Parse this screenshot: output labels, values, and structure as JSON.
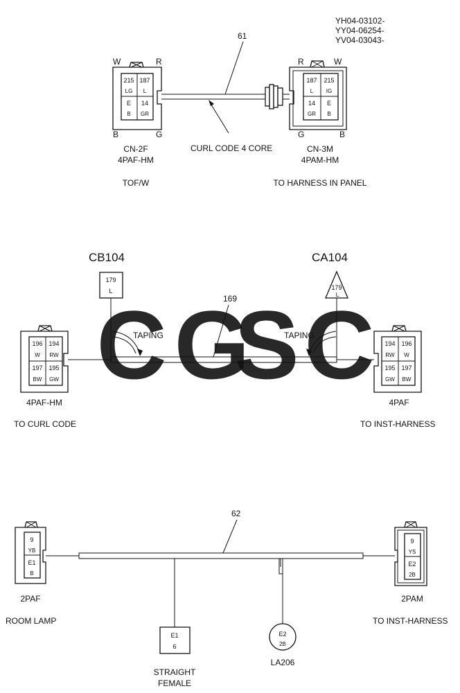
{
  "codes": [
    "YH04-03102-",
    "YY04-06254-",
    "YV04-03043-"
  ],
  "harness1": {
    "wire_number": "61",
    "left": {
      "corner_tl": "W",
      "corner_tr": "R",
      "corner_bl": "B",
      "corner_br": "G",
      "cells": [
        [
          "215",
          "LG"
        ],
        [
          "187",
          "L"
        ],
        [
          "E",
          "B"
        ],
        [
          "14",
          "GR"
        ]
      ],
      "name": "CN-2F",
      "type": "4PAF-HM",
      "destination": "TOF/W"
    },
    "right": {
      "corner_tl": "R",
      "corner_tr": "W",
      "corner_bl": "G",
      "corner_br": "B",
      "cells": [
        [
          "187",
          "L"
        ],
        [
          "215",
          "IG"
        ],
        [
          "14",
          "GR"
        ],
        [
          "E",
          "B"
        ]
      ],
      "name": "CN-3M",
      "type": "4PAM-HM",
      "destination": "TO HARNESS IN PANEL"
    },
    "cable_label": "CURL CODE 4 CORE"
  },
  "harness2": {
    "wire_number": "169",
    "ground_left": {
      "name": "CB104",
      "num": "179",
      "color": "L"
    },
    "ground_right": {
      "name": "CA104",
      "num": "179",
      "color": "L"
    },
    "taping_label": "TAPING",
    "left": {
      "cells": [
        [
          "196",
          "W"
        ],
        [
          "194",
          "RW"
        ],
        [
          "197",
          "BW"
        ],
        [
          "195",
          "GW"
        ]
      ],
      "type": "4PAF-HM",
      "destination": "TO CURL CODE"
    },
    "right": {
      "cells": [
        [
          "194",
          "RW"
        ],
        [
          "196",
          "W"
        ],
        [
          "195",
          "GW"
        ],
        [
          "197",
          "BW"
        ]
      ],
      "type": "4PAF",
      "destination": "TO INST-HARNESS"
    }
  },
  "harness3": {
    "wire_number": "62",
    "left": {
      "cells": [
        [
          "9",
          "YB"
        ],
        [
          "E1",
          "B"
        ]
      ],
      "type": "2PAF",
      "destination": "ROOM LAMP"
    },
    "right": {
      "cells": [
        [
          "9",
          "YS"
        ],
        [
          "E2",
          "2B"
        ]
      ],
      "type": "2PAM",
      "destination": "TO INST-HARNESS"
    },
    "branch_square": {
      "num": "E1",
      "sub": "6",
      "label_line1": "STRAIGHT",
      "label_line2": "FEMALE"
    },
    "branch_circle": {
      "num": "E2",
      "sub": "2B",
      "label": "LA206"
    }
  },
  "watermark": {
    "letters": [
      "C",
      "G",
      "S",
      "C"
    ],
    "colors": [
      "#4a86f0",
      "#f07066",
      "#f7cc4a",
      "#3faa7a"
    ]
  }
}
